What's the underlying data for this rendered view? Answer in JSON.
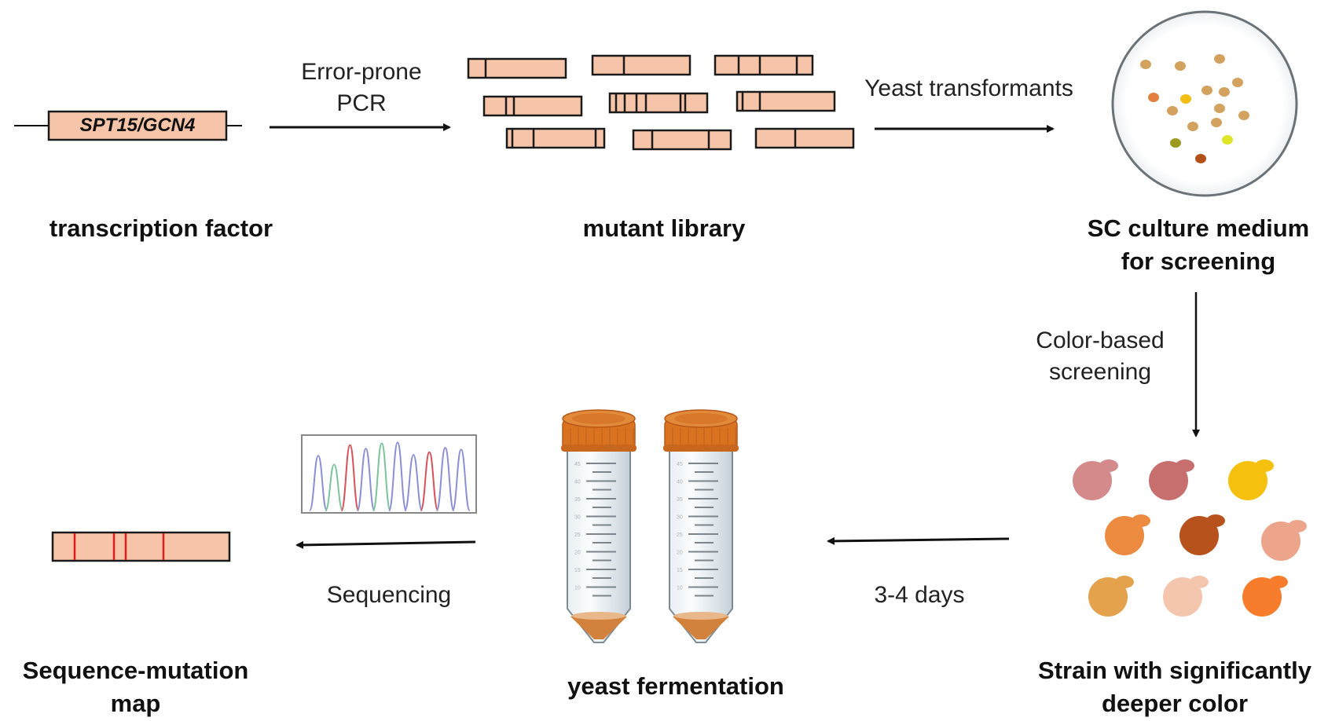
{
  "colors": {
    "gene_fill": "#f6c4a8",
    "gene_stroke": "#1a1a1a",
    "mutation_line": "#e11b1b",
    "arrow": "#111111",
    "plate_rim": "#6b7278",
    "cap_orange": "#d9731f",
    "broth": "#d3823e"
  },
  "steps": {
    "transcription_factor": {
      "gene_label": "SPT15/GCN4",
      "caption": "transcription factor"
    },
    "error_prone_pcr": {
      "line1": "Error-prone",
      "line2": "PCR"
    },
    "mutant_library": {
      "caption": "mutant library",
      "fragment_count": 9
    },
    "yeast_transformants": {
      "label": "Yeast transformants"
    },
    "sc_medium": {
      "line1": "SC culture medium",
      "line2": "for screening",
      "colony_colors": [
        "#d4a25f",
        "#d4a25f",
        "#d4a25f",
        "#e2813f",
        "#f2bd16",
        "#d4a25f",
        "#d4a25f",
        "#d4a25f",
        "#d4a25f",
        "#d4a25f",
        "#d4a25f",
        "#d4a25f",
        "#d4a25f",
        "#9c9a20",
        "#dfe62a",
        "#b2521a"
      ]
    },
    "color_screening": {
      "line1": "Color-based",
      "line2": "screening"
    },
    "strain": {
      "line1": "Strain with significantly",
      "line2": "deeper color",
      "colony_colors": [
        "#d4898a",
        "#c76e6e",
        "#f6c10e",
        "#ec8a40",
        "#b8521c",
        "#eca58a",
        "#e5a24c",
        "#f4c6ad",
        "#f77c2b"
      ]
    },
    "incubation": {
      "label": "3-4 days"
    },
    "fermentation": {
      "caption": "yeast fermentation",
      "tube_count": 2,
      "tube_marks": [
        "45",
        "40",
        "35",
        "30",
        "25",
        "20",
        "15",
        "10"
      ]
    },
    "sequencing": {
      "label": "Sequencing",
      "peak_colors": [
        "#8b8fd6",
        "#7ec49a",
        "#d9525a",
        "#8b8fd6",
        "#7ec49a",
        "#8b8fd6",
        "#8b8fd6",
        "#d9525a",
        "#8b8fd6",
        "#8b8fd6"
      ]
    },
    "map": {
      "line1": "Sequence-mutation",
      "line2": "map",
      "mutation_count": 4
    }
  }
}
